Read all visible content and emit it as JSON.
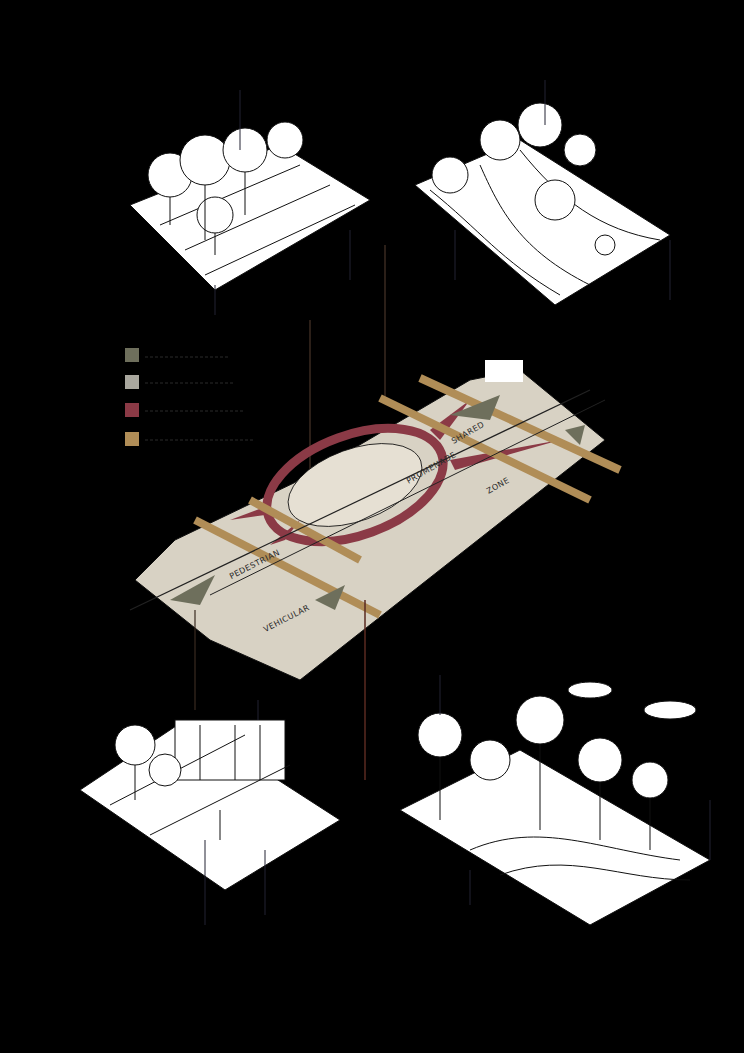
{
  "diagram": {
    "labels": [
      "SHARED",
      "PROMENADE",
      "ZONE",
      "PEDESTRIAN",
      "VEHICULAR"
    ]
  }
}
